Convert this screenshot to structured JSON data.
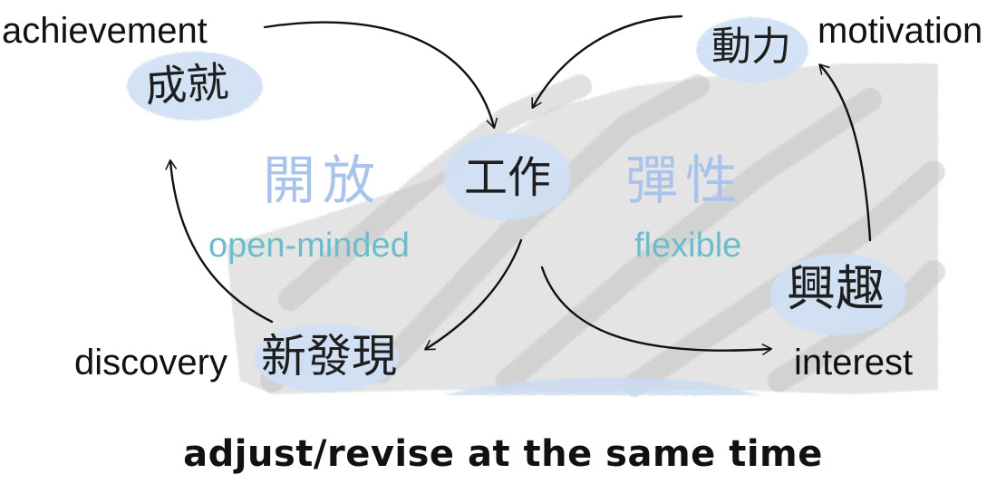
{
  "nodes": {
    "work": {
      "zh": "工作"
    },
    "motivation": {
      "zh": "動力",
      "en": "motivation"
    },
    "interest": {
      "zh": "興趣",
      "en": "interest"
    },
    "discovery": {
      "zh": "新發現",
      "en": "discovery"
    },
    "achievement": {
      "zh": "成就",
      "en": "achievement"
    }
  },
  "loop_labels": {
    "left": {
      "zh": "開放",
      "en": "open-minded"
    },
    "right": {
      "zh": "彈性",
      "en": "flexible"
    }
  },
  "caption": "adjust/revise at the same time",
  "colors": {
    "ink": "#111111",
    "blue_patch": "#cfe0f5",
    "grey_wash": "#cfcfcf",
    "pale_blue_text": "#a9c3ea",
    "teal_text": "#6cbccc"
  }
}
